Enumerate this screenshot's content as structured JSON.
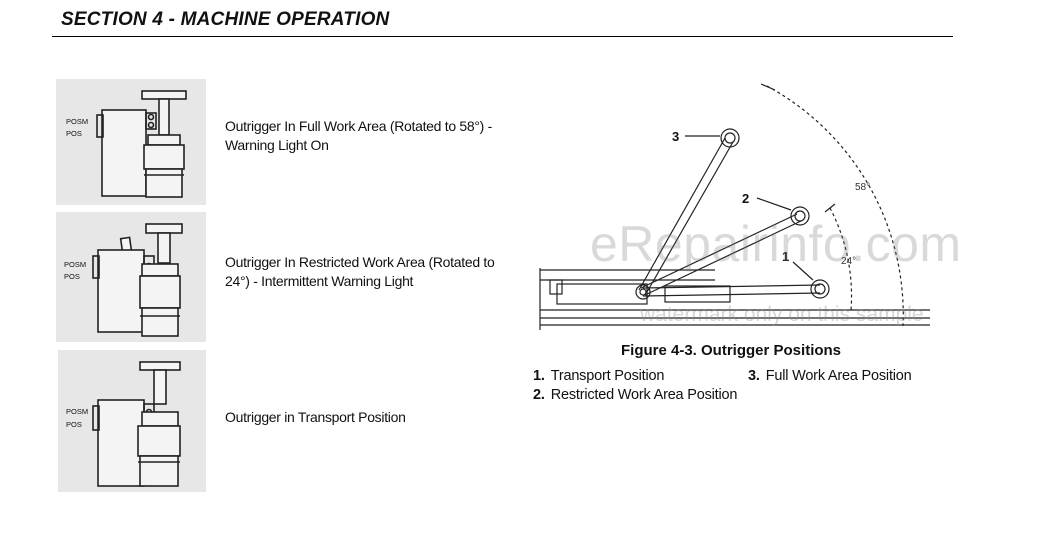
{
  "header": {
    "section_title": "SECTION 4 - MACHINE OPERATION"
  },
  "switch_panels": [
    {
      "label_top": "POSM",
      "label_bottom": "POS",
      "caption": "Outrigger In Full Work Area (Rotated to 58°) - Warning Light On"
    },
    {
      "label_top": "POSM",
      "label_bottom": "POS",
      "caption": "Outrigger In Restricted Work Area (Rotated to 24°) - Intermittent Warning Light"
    },
    {
      "label_top": "POSM",
      "label_bottom": "POS",
      "caption": "Outrigger in Transport Position"
    }
  ],
  "figure": {
    "caption": "Figure 4-3. Outrigger Positions",
    "angle_58": "58°",
    "angle_24": "24°",
    "callouts": [
      "1",
      "2",
      "3"
    ],
    "legend": [
      {
        "num": "1.",
        "text": "Transport Position"
      },
      {
        "num": "2.",
        "text": "Restricted Work Area Position"
      },
      {
        "num": "3.",
        "text": "Full Work Area Position"
      }
    ]
  },
  "watermark": {
    "main": "eRepairinfo.com",
    "sub": "watermark only on this sample"
  },
  "colors": {
    "panel_bg": "#e7e7e7",
    "line": "#222222"
  }
}
